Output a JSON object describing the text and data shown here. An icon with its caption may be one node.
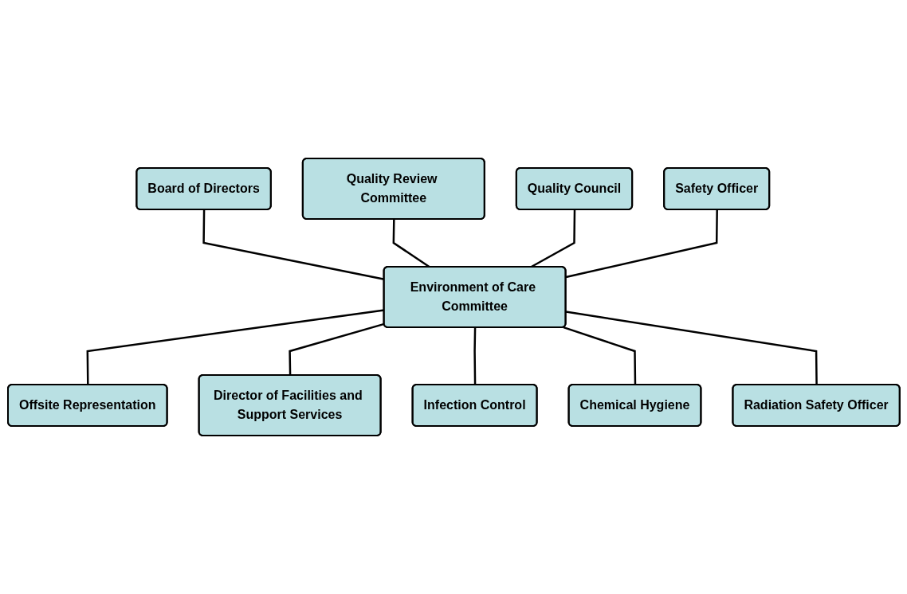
{
  "diagram": {
    "nodes": [
      {
        "text": [
          "Board of Directors"
        ]
      },
      {
        "text": [
          "Quality Review Committee"
        ]
      },
      {
        "text": [
          "Quality Council"
        ]
      },
      {
        "text": [
          "Safety Officer"
        ]
      },
      {
        "text": [
          "Environment of Care Committee"
        ]
      },
      {
        "text": [
          "Offsite Representation"
        ]
      },
      {
        "text": [
          "Director of Facilities and Support Services"
        ]
      },
      {
        "text": [
          "Infection Control"
        ]
      },
      {
        "text": [
          "Chemical Hygiene"
        ]
      },
      {
        "text": [
          "Radiation Safety Officer"
        ]
      }
    ],
    "edges": [
      {
        "from": 0,
        "to": 4,
        "arrow": "none"
      },
      {
        "from": 1,
        "to": 4,
        "arrow": "none"
      },
      {
        "from": 2,
        "to": 4,
        "arrow": "none"
      },
      {
        "from": 3,
        "to": 4,
        "arrow": "none"
      },
      {
        "from": 4,
        "to": 5,
        "arrow": "none"
      },
      {
        "from": 4,
        "to": 6,
        "arrow": "none"
      },
      {
        "from": 4,
        "to": 7,
        "arrow": "none"
      },
      {
        "from": 4,
        "to": 8,
        "arrow": "none"
      },
      {
        "from": 4,
        "to": 9,
        "arrow": "none"
      }
    ]
  }
}
